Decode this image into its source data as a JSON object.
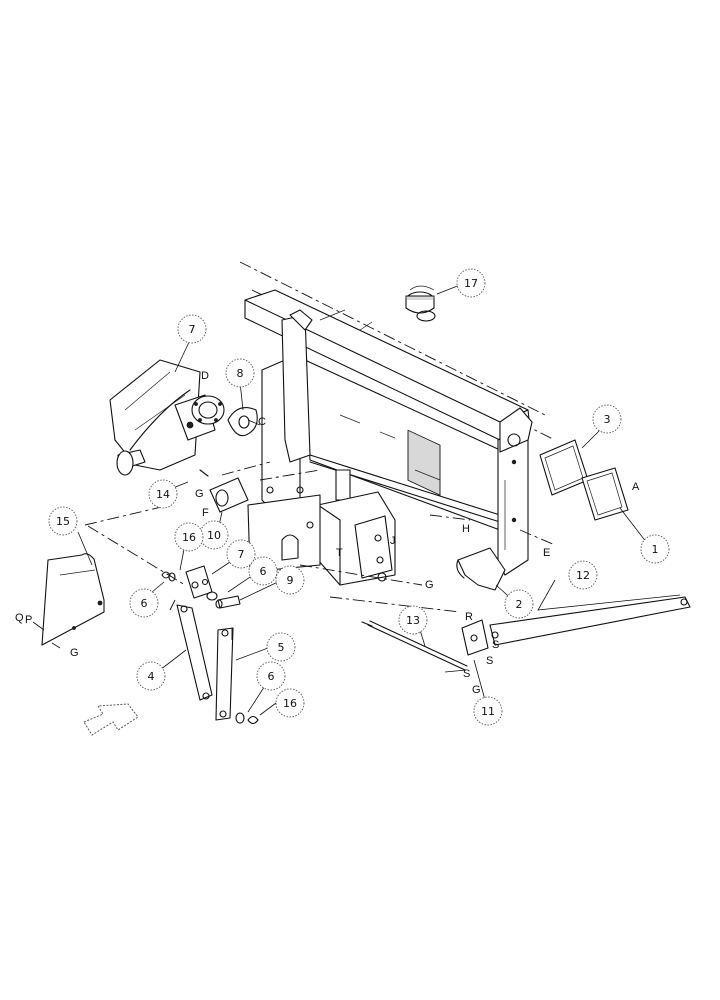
{
  "callouts": [
    "1",
    "2",
    "3",
    "4",
    "5",
    "6",
    "6",
    "6",
    "7",
    "7",
    "8",
    "9",
    "10",
    "11",
    "12",
    "13",
    "14",
    "15",
    "16",
    "16",
    "17"
  ],
  "letters": [
    "A",
    "C",
    "D",
    "E",
    "F",
    "G",
    "G",
    "G",
    "G",
    "H",
    "J",
    "P",
    "Q",
    "R",
    "S",
    "S",
    "S",
    "T"
  ]
}
